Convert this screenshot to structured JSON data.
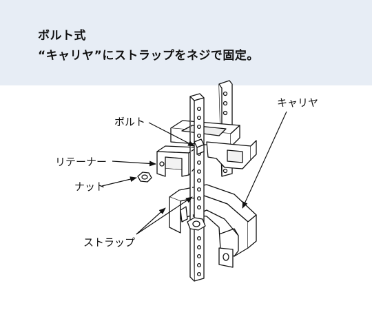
{
  "header": {
    "title": "ボルト式",
    "subtitle": "“キャリヤ”にストラップをネジで固定。",
    "background": "#e7edf5"
  },
  "labels": {
    "bolt": "ボルト",
    "retainer": "リテーナー",
    "nut": "ナット",
    "strap": "ストラップ",
    "carrier": "キャリヤ"
  }
}
